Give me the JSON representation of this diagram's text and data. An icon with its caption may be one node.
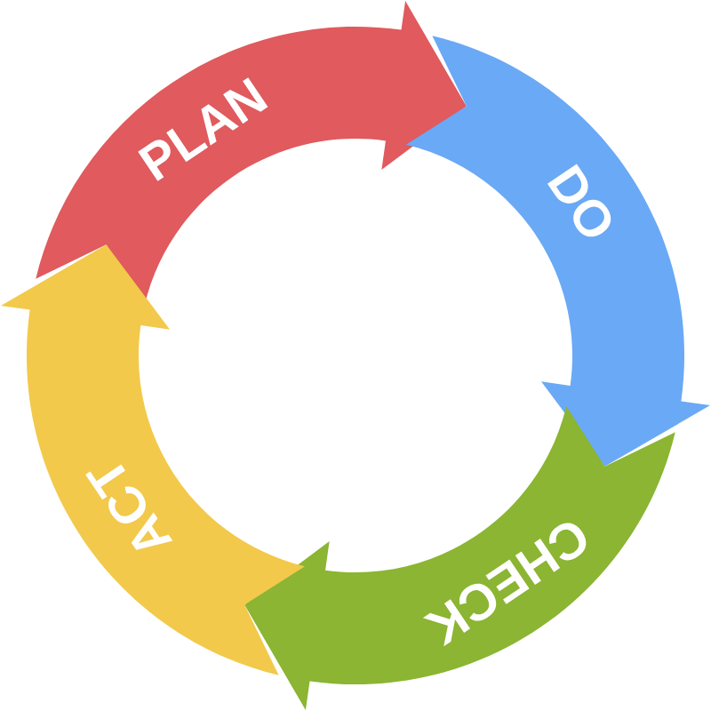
{
  "diagram": {
    "nodes": [
      {
        "text": [
          "PLAN"
        ]
      },
      {
        "text": [
          "DO"
        ]
      },
      {
        "text": [
          "CHECK"
        ]
      },
      {
        "text": [
          "ACT"
        ]
      }
    ]
  }
}
